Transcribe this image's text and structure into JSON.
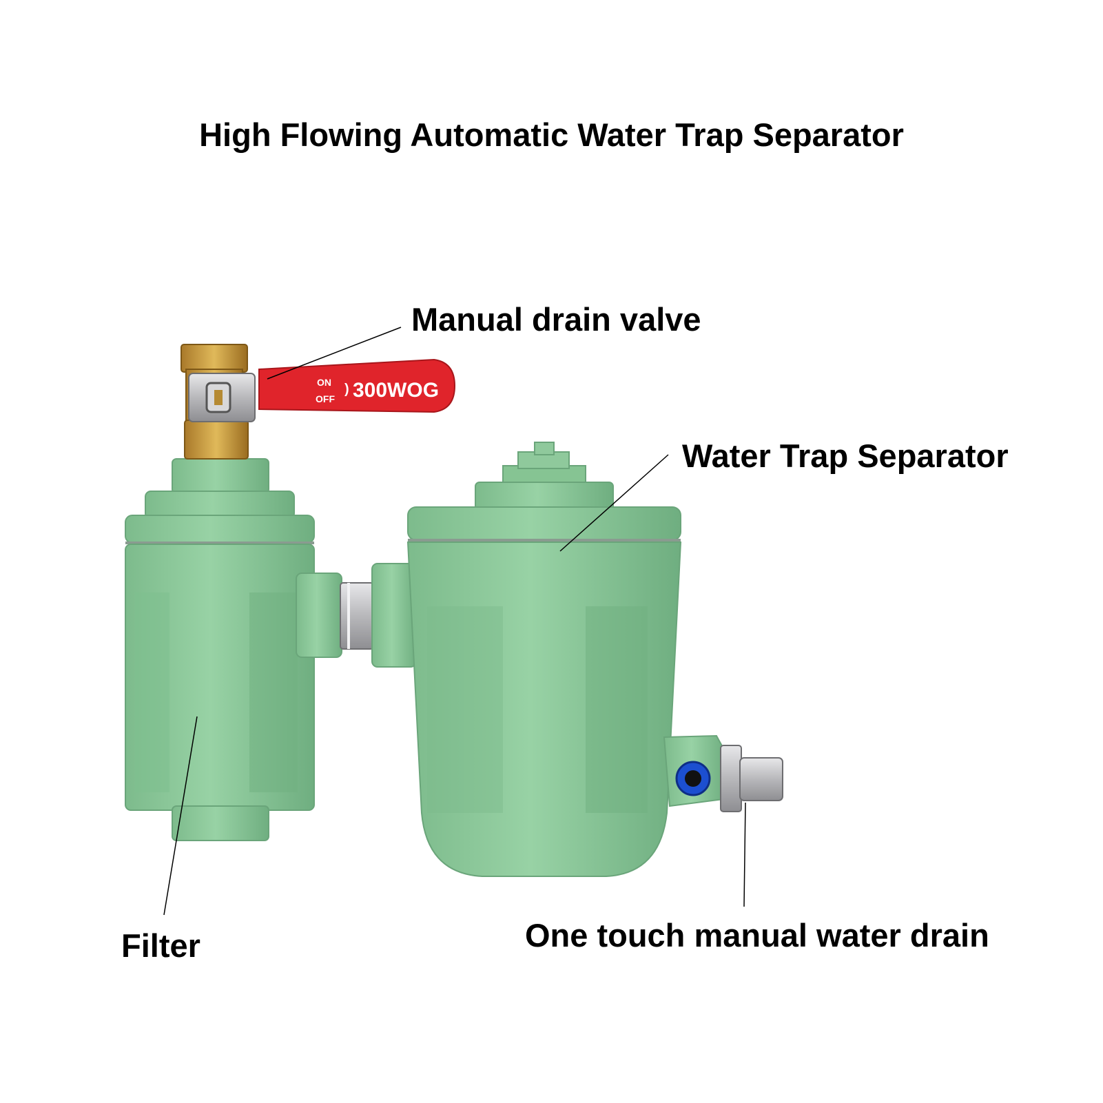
{
  "title": "High Flowing Automatic Water Trap Separator",
  "callouts": {
    "manual_drain_valve": "Manual drain valve",
    "water_trap_separator": "Water Trap Separator",
    "filter": "Filter",
    "one_touch_drain": "One touch manual water drain"
  },
  "valve_handle": {
    "on": "ON",
    "off": "OFF",
    "rating": "300WOG"
  },
  "colors": {
    "body_green": "#8fc99c",
    "body_green_dark": "#6fae80",
    "brass": "#c79a3c",
    "handle_red": "#e0242b",
    "fitting_blue": "#1c4fd0",
    "metal": "#c9c9cb"
  }
}
